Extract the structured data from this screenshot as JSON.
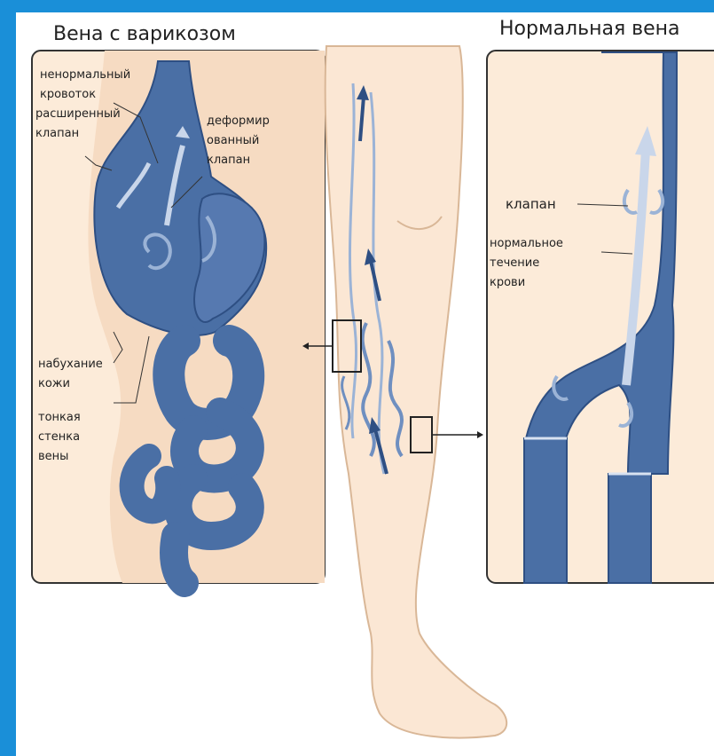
{
  "titles": {
    "left": "Вена с варикозом",
    "right": "Нормальная вена"
  },
  "labels_left": [
    "ненормальный кровоток",
    "расширенный клапан",
    "деформир ованный клапан",
    "набухание кожи",
    "тонкая стенка вены"
  ],
  "labels_right": [
    "клапан",
    "нормальное течение крови"
  ],
  "lines": {
    "abnormal_1": "ненормальный",
    "abnormal_2": "кровоток",
    "dilated_1": "расширенный",
    "dilated_2": "клапан",
    "deformed_1": "деформир",
    "deformed_2": "ованный",
    "deformed_3": "клапан",
    "swelling_1": "набухание",
    "swelling_2": "кожи",
    "thin_1": "тонкая",
    "thin_2": "стенка",
    "thin_3": "вены",
    "valve": "клапан",
    "normal_1": "нормальное",
    "normal_2": "течение",
    "normal_3": "крови"
  },
  "colors": {
    "frame_border": "#1a8fd8",
    "vein_fill": "#4a6fa5",
    "vein_dark": "#2e4f83",
    "vein_light": "#9bb3d6",
    "skin": "#fbe7d4",
    "skin_edge": "#d9b797"
  }
}
